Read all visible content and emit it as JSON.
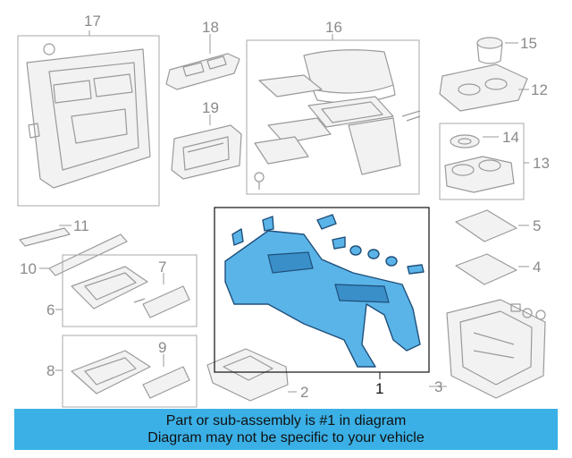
{
  "diagram": {
    "callouts": [
      {
        "id": "c1",
        "label": "1"
      },
      {
        "id": "c2",
        "label": "2"
      },
      {
        "id": "c3",
        "label": "3"
      },
      {
        "id": "c4",
        "label": "4"
      },
      {
        "id": "c5",
        "label": "5"
      },
      {
        "id": "c6",
        "label": "6"
      },
      {
        "id": "c7",
        "label": "7"
      },
      {
        "id": "c8",
        "label": "8"
      },
      {
        "id": "c9",
        "label": "9"
      },
      {
        "id": "c10",
        "label": "10"
      },
      {
        "id": "c11",
        "label": "11"
      },
      {
        "id": "c12",
        "label": "12"
      },
      {
        "id": "c13",
        "label": "13"
      },
      {
        "id": "c14",
        "label": "14"
      },
      {
        "id": "c15",
        "label": "15"
      },
      {
        "id": "c16",
        "label": "16"
      },
      {
        "id": "c17",
        "label": "17"
      },
      {
        "id": "c18",
        "label": "18"
      },
      {
        "id": "c19",
        "label": "19"
      }
    ],
    "highlighted_part": "1",
    "colors": {
      "highlight": "#5ab4e8",
      "banner": "#3ab0e6",
      "line_art": "#9a9a9a"
    }
  },
  "banner": {
    "line1": "Part or sub-assembly is #1 in diagram",
    "line2": "Diagram may not be specific to your vehicle"
  }
}
